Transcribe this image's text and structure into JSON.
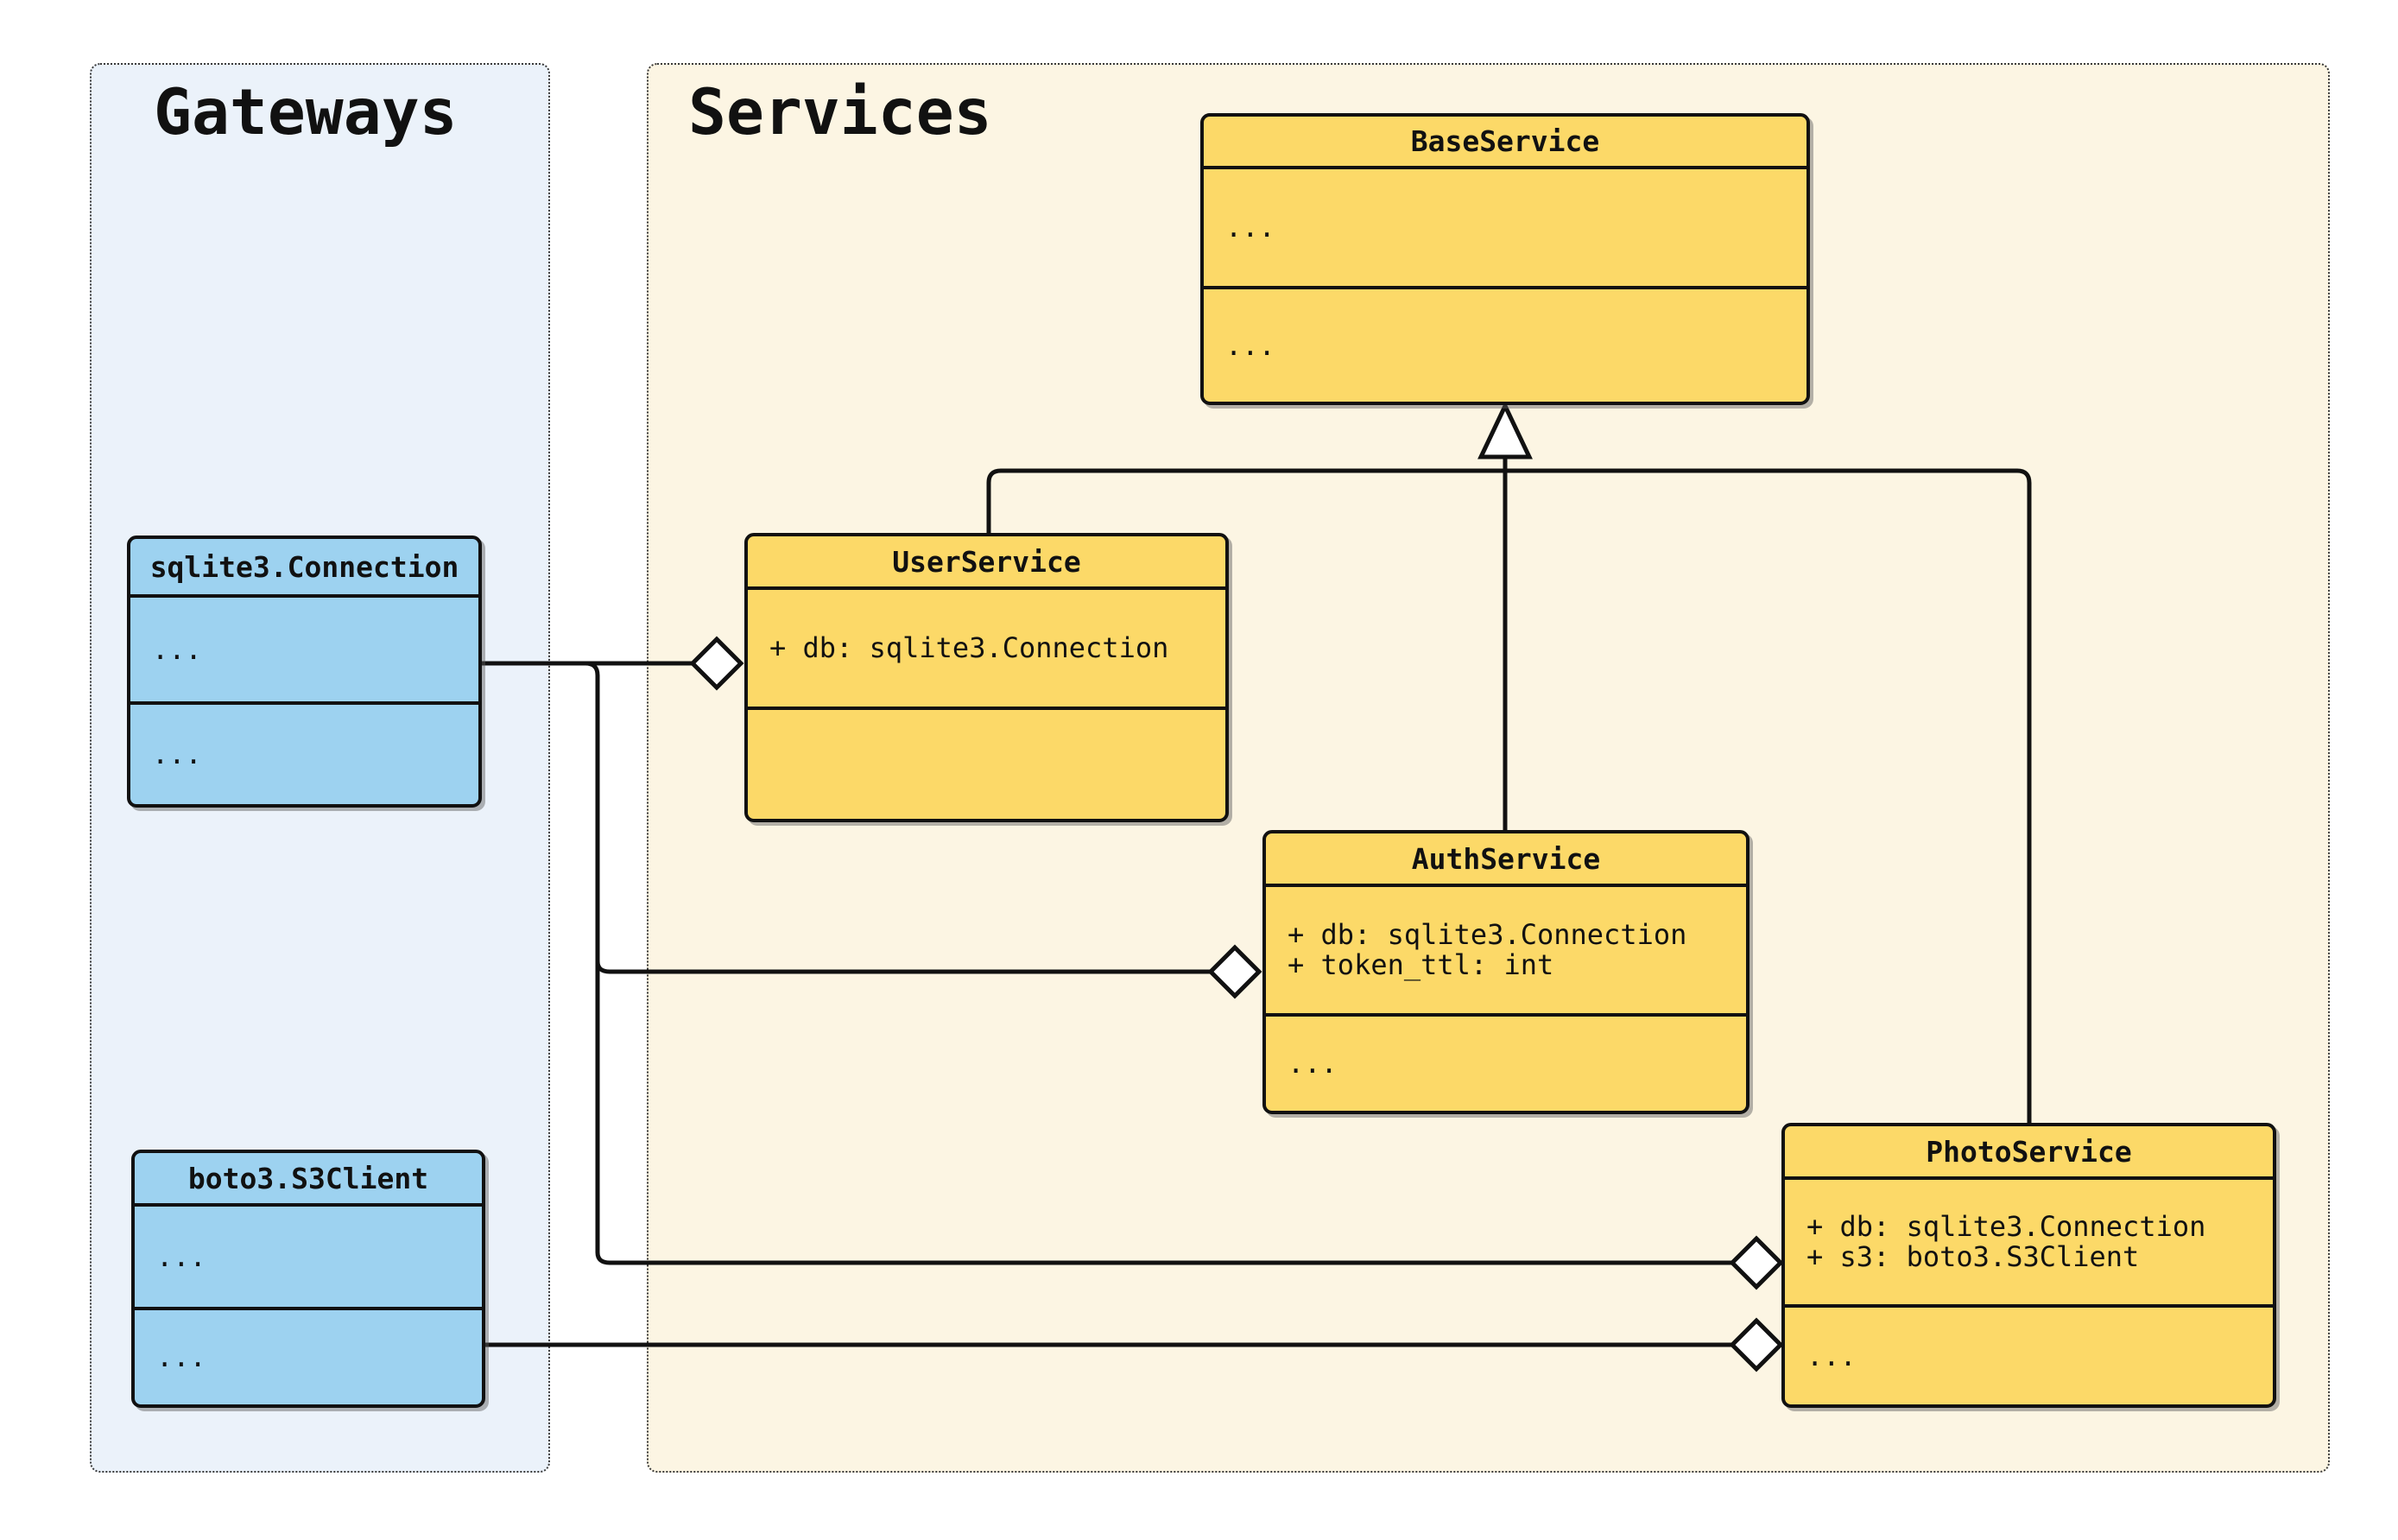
{
  "diagram": {
    "type": "uml-class-diagram",
    "panels": {
      "gateways": {
        "title": "Gateways"
      },
      "services": {
        "title": "Services"
      }
    },
    "classes": {
      "base_service": {
        "title": "BaseService",
        "attributes": [
          "..."
        ],
        "methods": [
          "..."
        ],
        "group": "Services"
      },
      "sqlite3_connection": {
        "title": "sqlite3.Connection",
        "attributes": [
          "..."
        ],
        "methods": [
          "..."
        ],
        "group": "Gateways"
      },
      "boto3_s3client": {
        "title": "boto3.S3Client",
        "attributes": [
          "..."
        ],
        "methods": [
          "..."
        ],
        "group": "Gateways"
      },
      "user_service": {
        "title": "UserService",
        "attributes": [
          "+ db: sqlite3.Connection"
        ],
        "methods": [],
        "group": "Services"
      },
      "auth_service": {
        "title": "AuthService",
        "attributes": [
          "+ db: sqlite3.Connection",
          "+ token_ttl: int"
        ],
        "methods": [
          "..."
        ],
        "group": "Services"
      },
      "photo_service": {
        "title": "PhotoService",
        "attributes": [
          "+ db: sqlite3.Connection",
          "+ s3: boto3.S3Client"
        ],
        "methods": [
          "..."
        ],
        "group": "Services"
      }
    },
    "relations": [
      {
        "type": "inheritance",
        "from": "UserService",
        "to": "BaseService"
      },
      {
        "type": "inheritance",
        "from": "AuthService",
        "to": "BaseService"
      },
      {
        "type": "inheritance",
        "from": "PhotoService",
        "to": "BaseService"
      },
      {
        "type": "aggregation",
        "from": "sqlite3.Connection",
        "to": "UserService"
      },
      {
        "type": "aggregation",
        "from": "sqlite3.Connection",
        "to": "AuthService"
      },
      {
        "type": "aggregation",
        "from": "sqlite3.Connection",
        "to": "PhotoService"
      },
      {
        "type": "aggregation",
        "from": "boto3.S3Client",
        "to": "PhotoService"
      }
    ],
    "colors": {
      "service_class_fill": "#fcd968",
      "gateway_class_fill": "#9dd2f0",
      "gateways_panel_bg": "#ebf2fa",
      "services_panel_bg": "#fcf5e3",
      "border": "#111111",
      "marker_fill": "#ffffff"
    }
  }
}
